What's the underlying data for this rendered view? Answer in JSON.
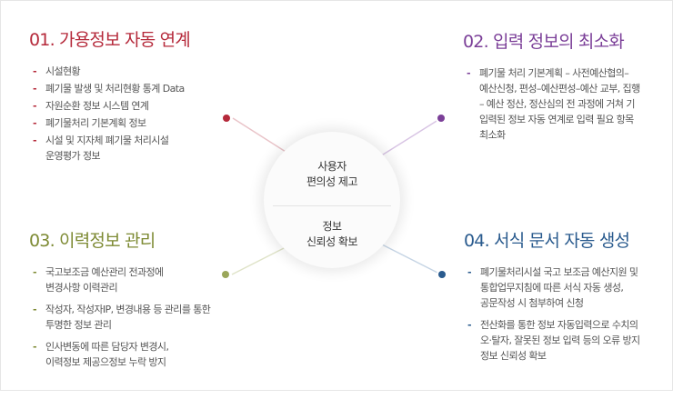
{
  "center": {
    "top_lines": [
      "사용자",
      "편의성 제고"
    ],
    "bottom_lines": [
      "정보",
      "신뢰성 확보"
    ]
  },
  "sections": [
    {
      "title": "01. 가용정보 자동 연계",
      "color": "#b5293a",
      "items": [
        [
          "시설현황"
        ],
        [
          "폐기물 발생 및 처리현황 통계 Data"
        ],
        [
          "자원순환 정보 시스템 연계"
        ],
        [
          "폐기물처리 기본계획 정보"
        ],
        [
          "시설 및 지자체 폐기물 처리시설",
          "운영평가 정보"
        ]
      ]
    },
    {
      "title": "02. 입력 정보의 최소화",
      "color": "#7b3f98",
      "items": [
        [
          "폐기물 처리 기본계획 – 사전예산협의–",
          "예산신청, 편성–예산편성–예산 교부, 집행",
          "– 예산 정산, 정산심의 전 과정에 거쳐 기",
          "입력된 정보 자동 연계로 입력 필요 항목",
          "최소화"
        ]
      ]
    },
    {
      "title": "03. 이력정보 관리",
      "color": "#7d8a33",
      "items": [
        [
          "국고보조금 예산관리 전과정에",
          "변경사항 이력관리"
        ],
        [
          "작성자, 작성자IP, 변경내용 등 관리를 통한",
          "투명한 정보 관리"
        ],
        [
          "인사변동에 따른 담당자 변경시,",
          "이력정보 제공으정보 누락 방지"
        ]
      ]
    },
    {
      "title": "04. 서식 문서 자동 생성",
      "color": "#2a5b8e",
      "items": [
        [
          "폐기물처리시설 국고 보조금 예산지원 및",
          "통합업무지침에 따른 서식 자동 생성,",
          "공문작성 시 첨부하여 신청"
        ],
        [
          "전산화를 통한 정보 자동입력으로 수치의",
          "오·탈자, 잘못된 정보 입력 등의 오류 방지",
          "정보 신뢰성 확보"
        ]
      ]
    }
  ],
  "connector_colors": [
    "#b5293a",
    "#7b3f98",
    "#9aa65a",
    "#2a5b8e"
  ]
}
